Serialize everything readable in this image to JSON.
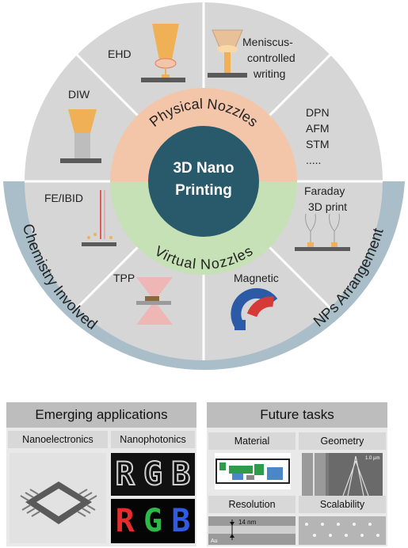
{
  "center": {
    "line1": "3D Nano",
    "line2": "Printing"
  },
  "rings": {
    "physical": "Physical Nozzles",
    "virtual": "Virtual Nozzles"
  },
  "outer": {
    "chemistry": "Chemistry Involved",
    "nps": "NPs Arrangement"
  },
  "segments": {
    "ehd": "EHD",
    "meniscus": [
      "Meniscus-",
      "controlled",
      "writing"
    ],
    "dpn": [
      "DPN",
      "AFM",
      "STM",
      "....."
    ],
    "diw": "DIW",
    "feibid": "FE/IBID",
    "faraday": [
      "Faraday",
      "3D print"
    ],
    "tpp": "TPP",
    "magnetic": "Magnetic"
  },
  "applications": {
    "title": "Emerging applications",
    "nanoelectronics": "Nanoelectronics",
    "nanophotonics": "Nanophotonics",
    "rgb": [
      "R",
      "G",
      "B"
    ]
  },
  "future": {
    "title": "Future tasks",
    "material": "Material",
    "geometry": "Geometry",
    "resolution": "Resolution",
    "scalability": "Scalability",
    "scale_14nm": "14 nm",
    "au": "Au",
    "um": "1.0 µm"
  },
  "colors": {
    "wheel": "#d6d6d6",
    "physical": "#f4c6a9",
    "virtual": "#c6e1b5",
    "center": "#285a6c",
    "arc": "#a9bec8",
    "nozzle": "#f0b156",
    "stage": "#5a5a5a"
  }
}
